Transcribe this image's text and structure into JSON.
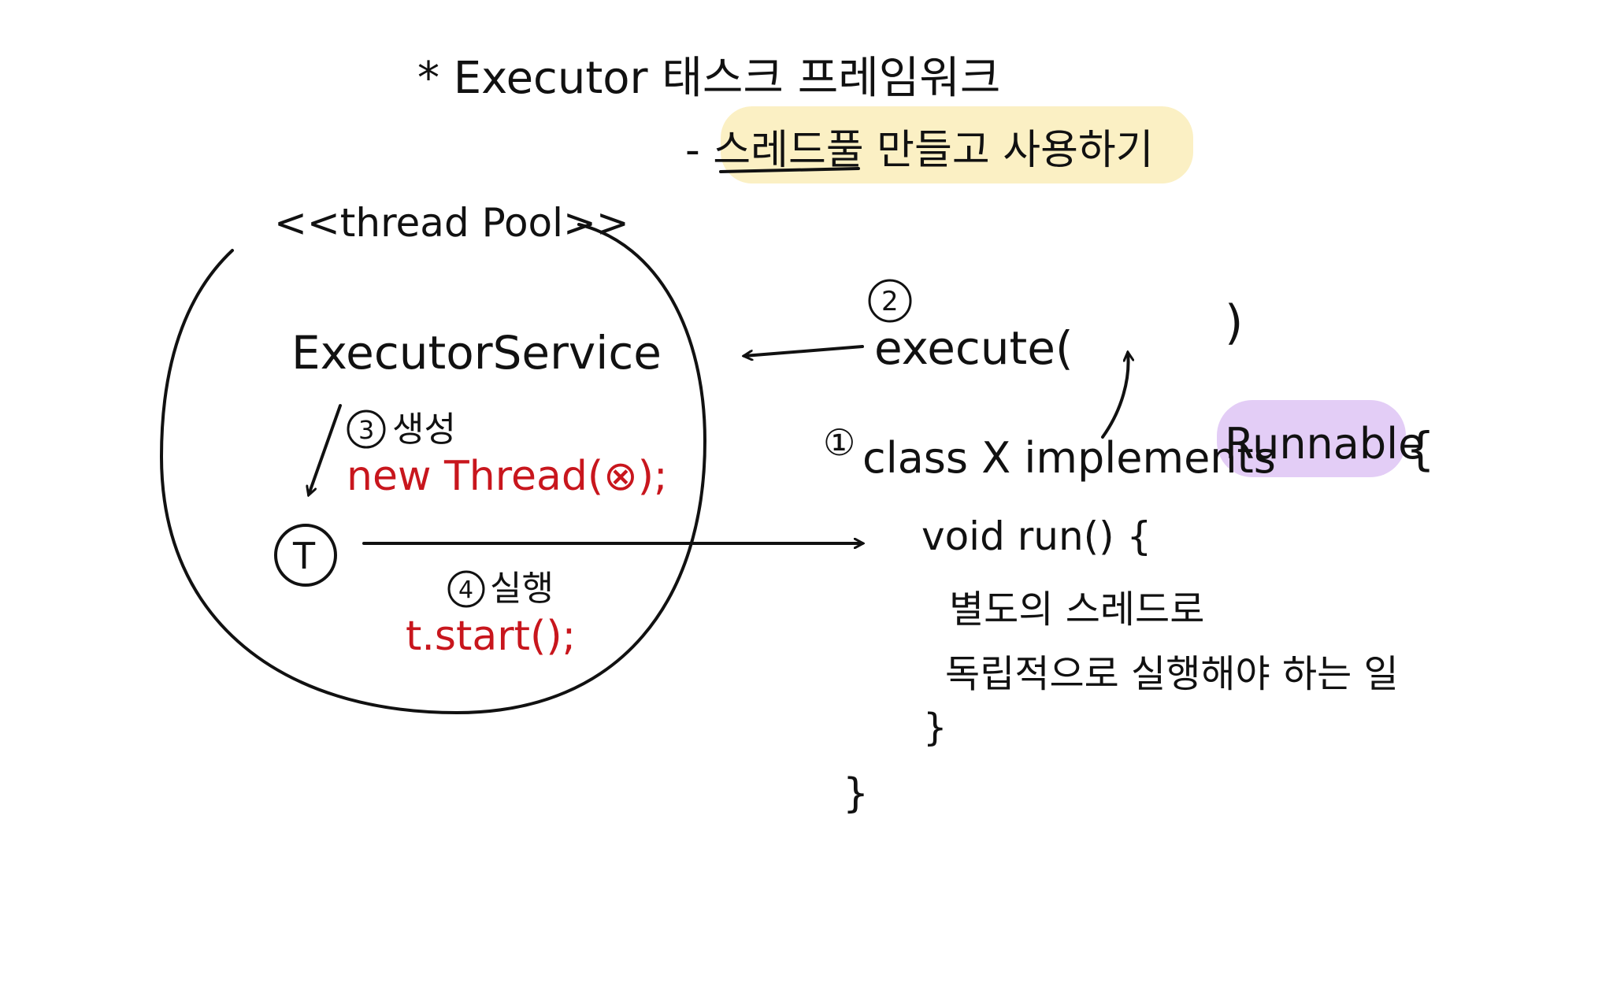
{
  "title": {
    "main": "* Executor 태스크 프레임워크",
    "sub": "- 스레드풀 만들고 사용하기"
  },
  "pool": {
    "label": "<<thread Pool>>",
    "service": "ExecutorService",
    "step3_marker": "③",
    "step3_label": "생성",
    "new_thread_code": "new Thread(⊗);",
    "thread_marker": "T",
    "step4_marker": "④",
    "step4_label": "실행",
    "start_code": "t.start();"
  },
  "task": {
    "step2_marker": "②",
    "execute_call": "execute(",
    "execute_close": ")",
    "step1_marker": "①",
    "class_decl": "class X implements",
    "interface_name": "Runnable",
    "open_brace": "{",
    "method_decl": "void run() {",
    "body_line1": "별도의 스레드로",
    "body_line2": "독립적으로 실행해야 하는 일",
    "method_close": "}",
    "class_close": "}"
  },
  "colors": {
    "ink": "#111111",
    "code_red": "#c8161d",
    "highlight_yellow": "#fbf0c4",
    "highlight_purple": "#e3cdf6"
  }
}
